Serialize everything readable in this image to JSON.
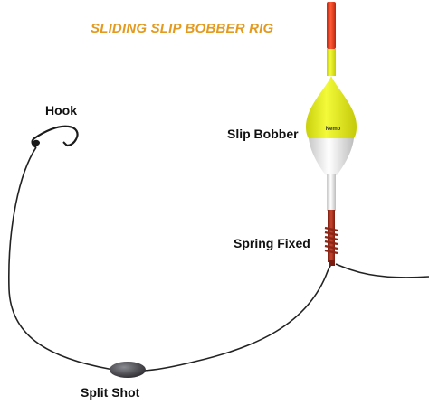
{
  "title": "SLIDING SLIP BOBBER RIG",
  "labels": {
    "hook": "Hook",
    "slip_bobber": "Slip Bobber",
    "spring_fixed": "Spring Fixed",
    "split_shot": "Split Shot"
  },
  "bobber_brand": "Nemo",
  "colors": {
    "title": "#e39a1f",
    "bobber_tip": "#f0442a",
    "bobber_body": "#e9f21c",
    "bobber_base": "#efefef",
    "spring": "#b0321f",
    "line": "#222222",
    "split_shot": "#4f4f55"
  }
}
